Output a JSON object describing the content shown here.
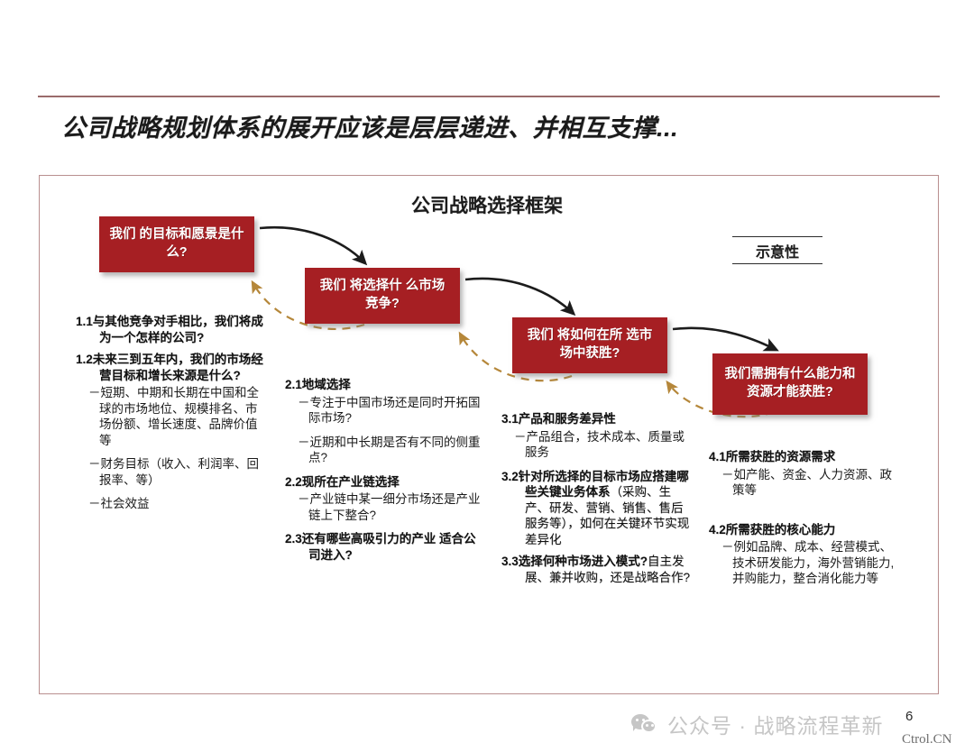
{
  "slide": {
    "title": "公司战略规划体系的展开应该是层层递进、并相互支撑...",
    "diagram_title": "公司战略选择框架",
    "illustrative_label": "示意性",
    "page_number": "6",
    "accent_red": "#A61F23",
    "dashed_arrow_color": "#B5873A",
    "frame_border_color": "#B98F8F"
  },
  "boxes": [
    {
      "id": "box-1",
      "text": "我们 的目标和愿景是什么?"
    },
    {
      "id": "box-2",
      "text": "我们 将选择什 么市场竞争?"
    },
    {
      "id": "box-3",
      "text": "我们 将如何在所 选市场中获胜?"
    },
    {
      "id": "box-4",
      "text": "我们需拥有什么能力和资源才能获胜?"
    }
  ],
  "columns": [
    {
      "id": "column-1",
      "items": [
        {
          "num": "1.1",
          "heading": "与其他竞争对手相比，我们将成为一个怎样的公司?",
          "subs": []
        },
        {
          "num": "1.2",
          "heading": "未来三到五年内，我们的市场经营目标和增长来源是什么?",
          "subs": [
            "－短期、中期和长期在中国和全球的市场地位、规模排名、市场份额、增长速度、品牌价值等",
            "－财务目标（收入、利润率、回报率、等）",
            "－社会效益"
          ]
        }
      ]
    },
    {
      "id": "column-2",
      "items": [
        {
          "num": "2.1",
          "heading": "地域选择",
          "subs": [
            "－专注于中国市场还是同时开拓国际市场?",
            "－近期和中长期是否有不同的侧重点?"
          ]
        },
        {
          "num": "2.2",
          "heading": "现所在产业链选择",
          "subs": [
            "－产业链中某一细分市场还是产业链上下整合?"
          ]
        },
        {
          "num": "2.3",
          "heading": "还有哪些高吸引力的产业 适合公司进入?",
          "subs": []
        }
      ]
    },
    {
      "id": "column-3",
      "items": [
        {
          "num": "3.1",
          "heading": "产品和服务差异性",
          "subs": [
            "－产品组合，技术成本、质量或服务"
          ]
        },
        {
          "num": "3.2",
          "heading": "针对所选择的目标市场应搭建哪些关键业务体系",
          "tail": "（采购、生产、研发、营销、销售、售后服务等），如何在关键环节实现差异化",
          "subs": []
        },
        {
          "num": "3.3",
          "heading": "选择何种市场进入模式?",
          "tail": "自主发展、兼并收购，还是战略合作?",
          "subs": []
        }
      ]
    },
    {
      "id": "column-4",
      "items": [
        {
          "num": "4.1",
          "heading": "所需获胜的资源需求",
          "subs": [
            "－如产能、资金、人力资源、政策等"
          ]
        },
        {
          "num": "4.2",
          "heading": "所需获胜的核心能力",
          "subs": [
            "－例如品牌、成本、经营模式、技术研发能力，海外营销能力, 并购能力，整合消化能力等"
          ]
        }
      ]
    }
  ],
  "watermark": {
    "icon": "wechat-icon",
    "text": "公众号 · 战略流程革新",
    "footer": "Ctrol.CN"
  }
}
